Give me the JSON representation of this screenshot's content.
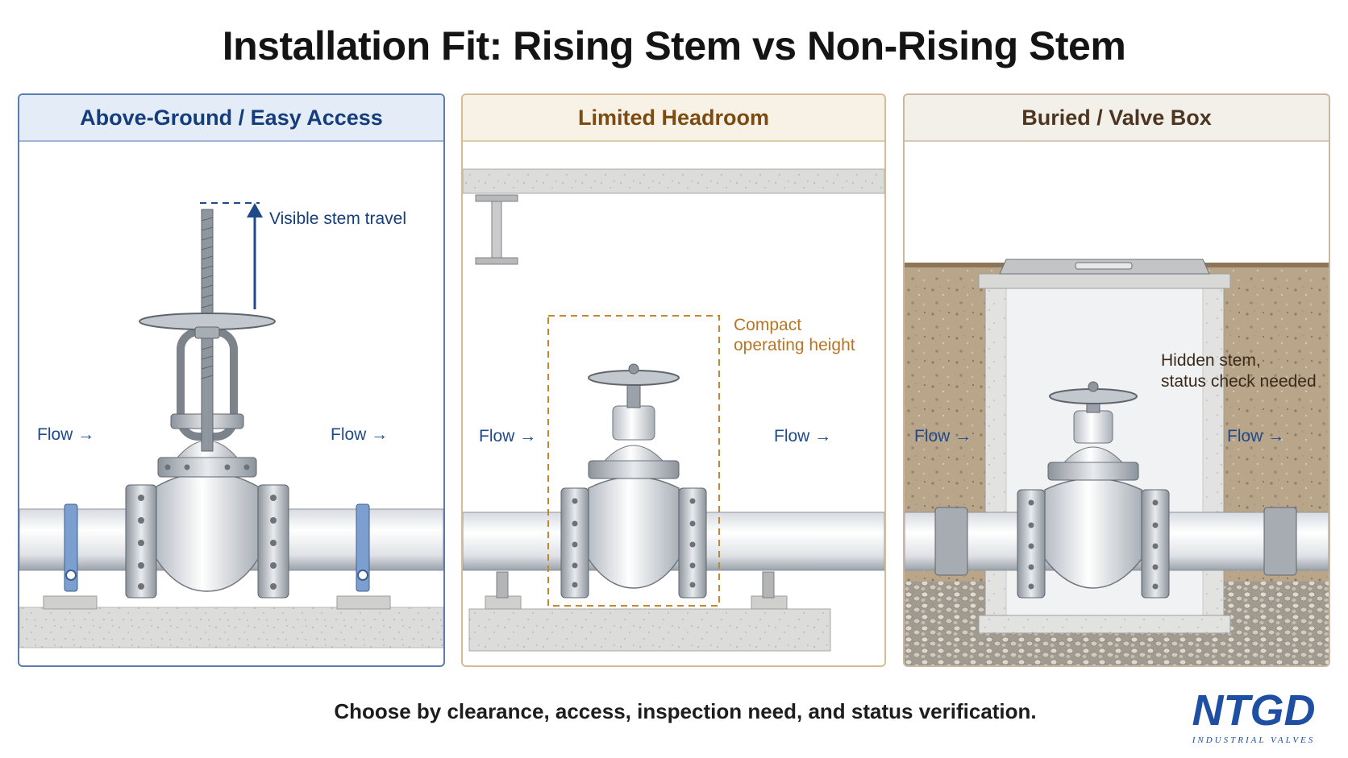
{
  "title": "Installation Fit: Rising Stem vs Non-Rising Stem",
  "panels": [
    {
      "heading": "Above-Ground / Easy Access",
      "note": "Visible stem travel",
      "flow_left": "Flow →",
      "flow_right": "Flow →"
    },
    {
      "heading": "Limited Headroom",
      "note_line1": "Compact",
      "note_line2": "operating height",
      "flow_left": "Flow →",
      "flow_right": "Flow →"
    },
    {
      "heading": "Buried / Valve Box",
      "note_line1": "Hidden stem,",
      "note_line2": "status check needed",
      "flow_left": "Flow →",
      "flow_right": "Flow →"
    }
  ],
  "footer": "Choose by clearance, access, inspection need, and status verification.",
  "logo": {
    "name": "NTGD",
    "tagline": "INDUSTRIAL VALVES",
    "color": "#1e4fa3"
  },
  "colors": {
    "blue_accent": "#153d7c",
    "orange_accent": "#b87624",
    "brown_accent": "#4d3621"
  }
}
